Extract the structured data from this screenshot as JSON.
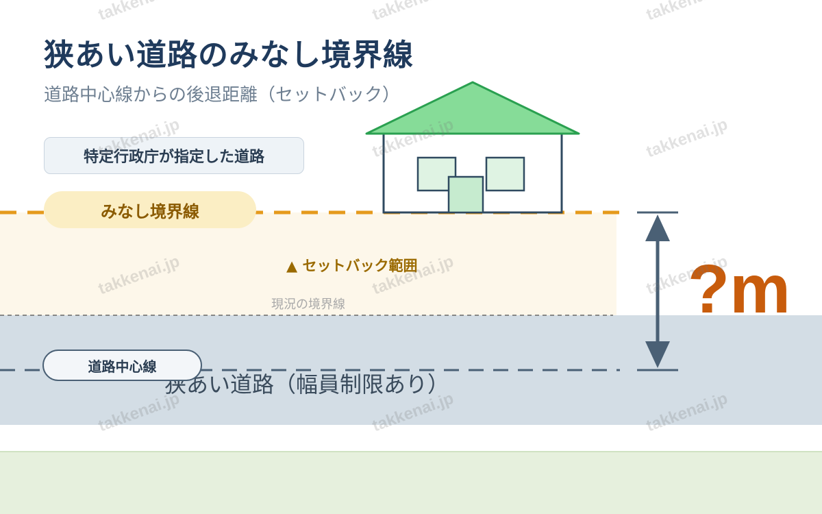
{
  "title": "狭あい道路のみなし境界線",
  "subtitle": "道路中心線からの後退距離（セットバック）",
  "road_type_label": "特定行政庁が指定した道路",
  "minashi_label": "みなし境界線",
  "setback_range_label": "▲ セットバック範囲",
  "current_boundary_label": "現況の境界線",
  "center_line_label": "道路中心線",
  "road_label": "狭あい道路（幅員制限あり）",
  "dimension_label": "?m",
  "watermark": "takkenai.jp",
  "colors": {
    "title": "#1f3a5c",
    "minashi_line": "#e59a1c",
    "setback_area": "#fdf7ea",
    "road": "#d3dde5",
    "center_line": "#4a6075",
    "roof": "#86dc98",
    "roof_stroke": "#2aa050",
    "house_stroke": "#2f4a60",
    "dimension": "#c85c0c",
    "ground": "#e6f0dd"
  }
}
